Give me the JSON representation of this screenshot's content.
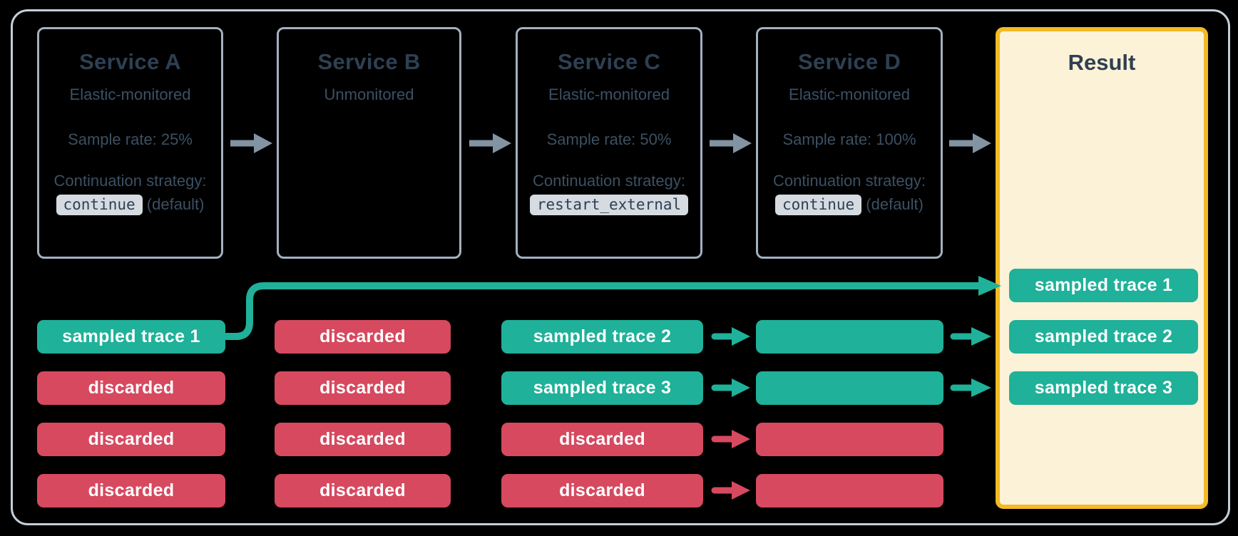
{
  "colors": {
    "background": "#000000",
    "outer_border": "#c3ced8",
    "box_border": "#a3b1bf",
    "title_text": "#2e4052",
    "body_text": "#3c5063",
    "sampled_teal": "#1fb199",
    "discarded_red": "#d6495f",
    "chip_text": "#ffffff",
    "code_chip_bg": "#d5dbe1",
    "result_bg": "#fcf2d7",
    "result_border": "#f2ba25",
    "flow_arrow_gray": "#8293a3"
  },
  "services": [
    {
      "title": "Service A",
      "subtitle": "Elastic-monitored",
      "sample_rate": "Sample rate: 25%",
      "continuation_label": "Continuation strategy:",
      "code": "continue",
      "code_suffix": "(default)"
    },
    {
      "title": "Service B",
      "subtitle": "Unmonitored"
    },
    {
      "title": "Service C",
      "subtitle": "Elastic-monitored",
      "sample_rate": "Sample rate: 50%",
      "continuation_label": "Continuation strategy:",
      "code": "restart_external",
      "code_suffix": ""
    },
    {
      "title": "Service D",
      "subtitle": "Elastic-monitored",
      "sample_rate": "Sample rate: 100%",
      "continuation_label": "Continuation strategy:",
      "code": "continue",
      "code_suffix": "(default)"
    }
  ],
  "trace_columns": [
    {
      "service": "Service A",
      "chips": [
        {
          "label": "sampled trace 1",
          "status": "sampled"
        },
        {
          "label": "discarded",
          "status": "discarded"
        },
        {
          "label": "discarded",
          "status": "discarded"
        },
        {
          "label": "discarded",
          "status": "discarded"
        }
      ]
    },
    {
      "service": "Service B",
      "chips": [
        {
          "label": "discarded",
          "status": "discarded"
        },
        {
          "label": "discarded",
          "status": "discarded"
        },
        {
          "label": "discarded",
          "status": "discarded"
        },
        {
          "label": "discarded",
          "status": "discarded"
        }
      ]
    },
    {
      "service": "Service C",
      "chips": [
        {
          "label": "sampled trace 2",
          "status": "sampled"
        },
        {
          "label": "sampled trace 3",
          "status": "sampled"
        },
        {
          "label": "discarded",
          "status": "discarded"
        },
        {
          "label": "discarded",
          "status": "discarded"
        }
      ]
    },
    {
      "service": "Service D",
      "chips": [
        {
          "label": "",
          "status": "sampled"
        },
        {
          "label": "",
          "status": "sampled"
        },
        {
          "label": "",
          "status": "discarded"
        },
        {
          "label": "",
          "status": "discarded"
        }
      ]
    }
  ],
  "result": {
    "title": "Result",
    "chips": [
      {
        "label": "sampled trace 1",
        "status": "sampled"
      },
      {
        "label": "sampled trace 2",
        "status": "sampled"
      },
      {
        "label": "sampled trace 3",
        "status": "sampled"
      }
    ]
  }
}
